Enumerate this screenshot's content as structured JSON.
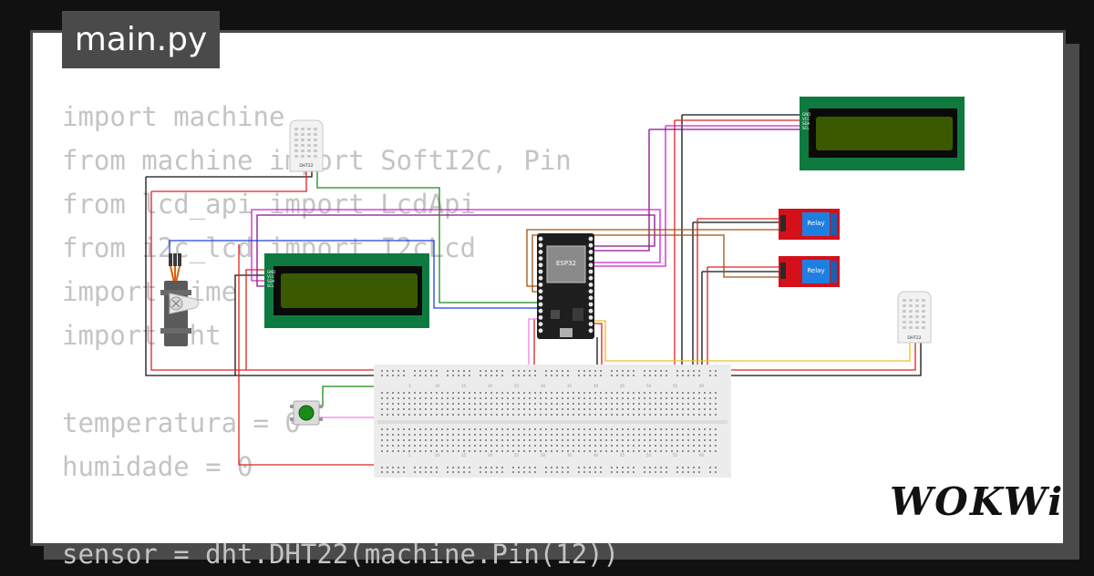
{
  "tab": {
    "title": "main.py"
  },
  "code": {
    "lines": [
      "import machine",
      "from machine import SoftI2C, Pin",
      "from lcd_api import LcdApi",
      "from i2c_lcd import I2cLcd",
      "import time",
      "import dht",
      "",
      "temperatura = 0",
      "humidade = 0",
      "",
      "sensor = dht.DHT22(machine.Pin(12))"
    ]
  },
  "brand": {
    "logo": "WOKWi"
  },
  "components": {
    "esp32": {
      "label": "ESP32"
    },
    "dht_left": {
      "label": "DHT22"
    },
    "dht_right": {
      "label": "DHT22"
    },
    "relay_top": {
      "label": "Relay"
    },
    "relay_bottom": {
      "label": "Relay"
    },
    "lcd_pins": [
      "GND",
      "VCC",
      "SDA",
      "SCL"
    ],
    "breadboard_cols": [
      "1",
      "10",
      "15",
      "20",
      "25",
      "30",
      "35",
      "40",
      "45",
      "50",
      "55",
      "60"
    ]
  },
  "colors": {
    "lcd_board": "#0f7a40",
    "lcd_screen": "#3b5a00",
    "relay_board": "#d4101a",
    "relay_cube": "#1f7fe0",
    "esp32_board": "#1e1e1e",
    "button_cap": "#1a8a1a",
    "breadboard": "#ededed"
  }
}
